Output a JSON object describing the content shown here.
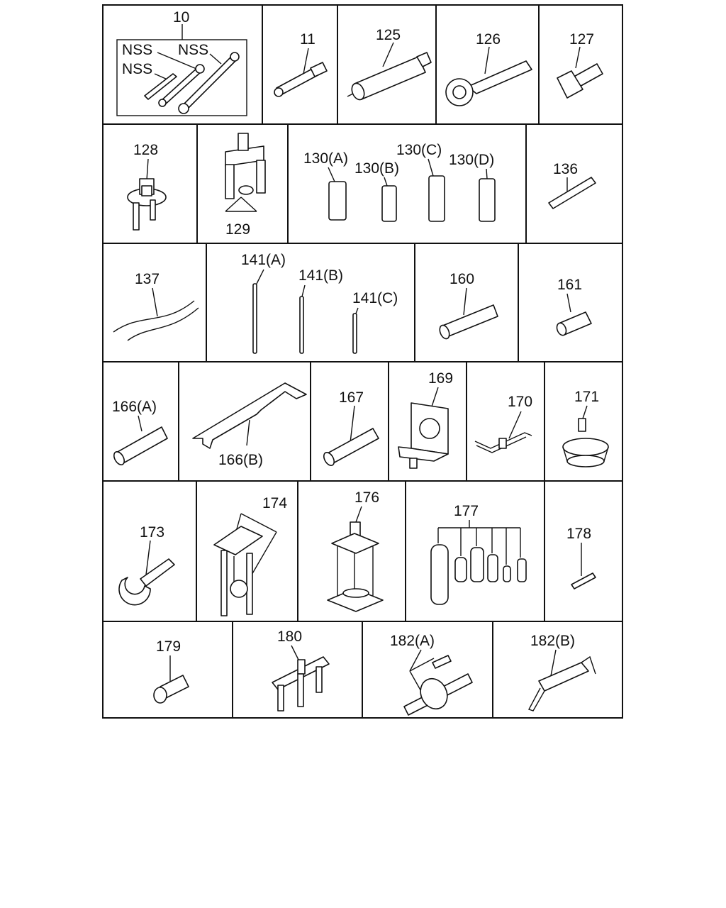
{
  "parts": {
    "p10": "10",
    "nss_a": "NSS",
    "nss_b": "NSS",
    "nss_c": "NSS",
    "p11": "11",
    "p125": "125",
    "p126": "126",
    "p127": "127",
    "p128": "128",
    "p129": "129",
    "p130a": "130(A)",
    "p130b": "130(B)",
    "p130c": "130(C)",
    "p130d": "130(D)",
    "p136": "136",
    "p137": "137",
    "p141a": "141(A)",
    "p141b": "141(B)",
    "p141c": "141(C)",
    "p160": "160",
    "p161": "161",
    "p166a": "166(A)",
    "p166b": "166(B)",
    "p167": "167",
    "p169": "169",
    "p170": "170",
    "p171": "171",
    "p173": "173",
    "p174": "174",
    "p176": "176",
    "p177": "177",
    "p178": "178",
    "p179": "179",
    "p180": "180",
    "p182a": "182(A)",
    "p182b": "182(B)"
  }
}
